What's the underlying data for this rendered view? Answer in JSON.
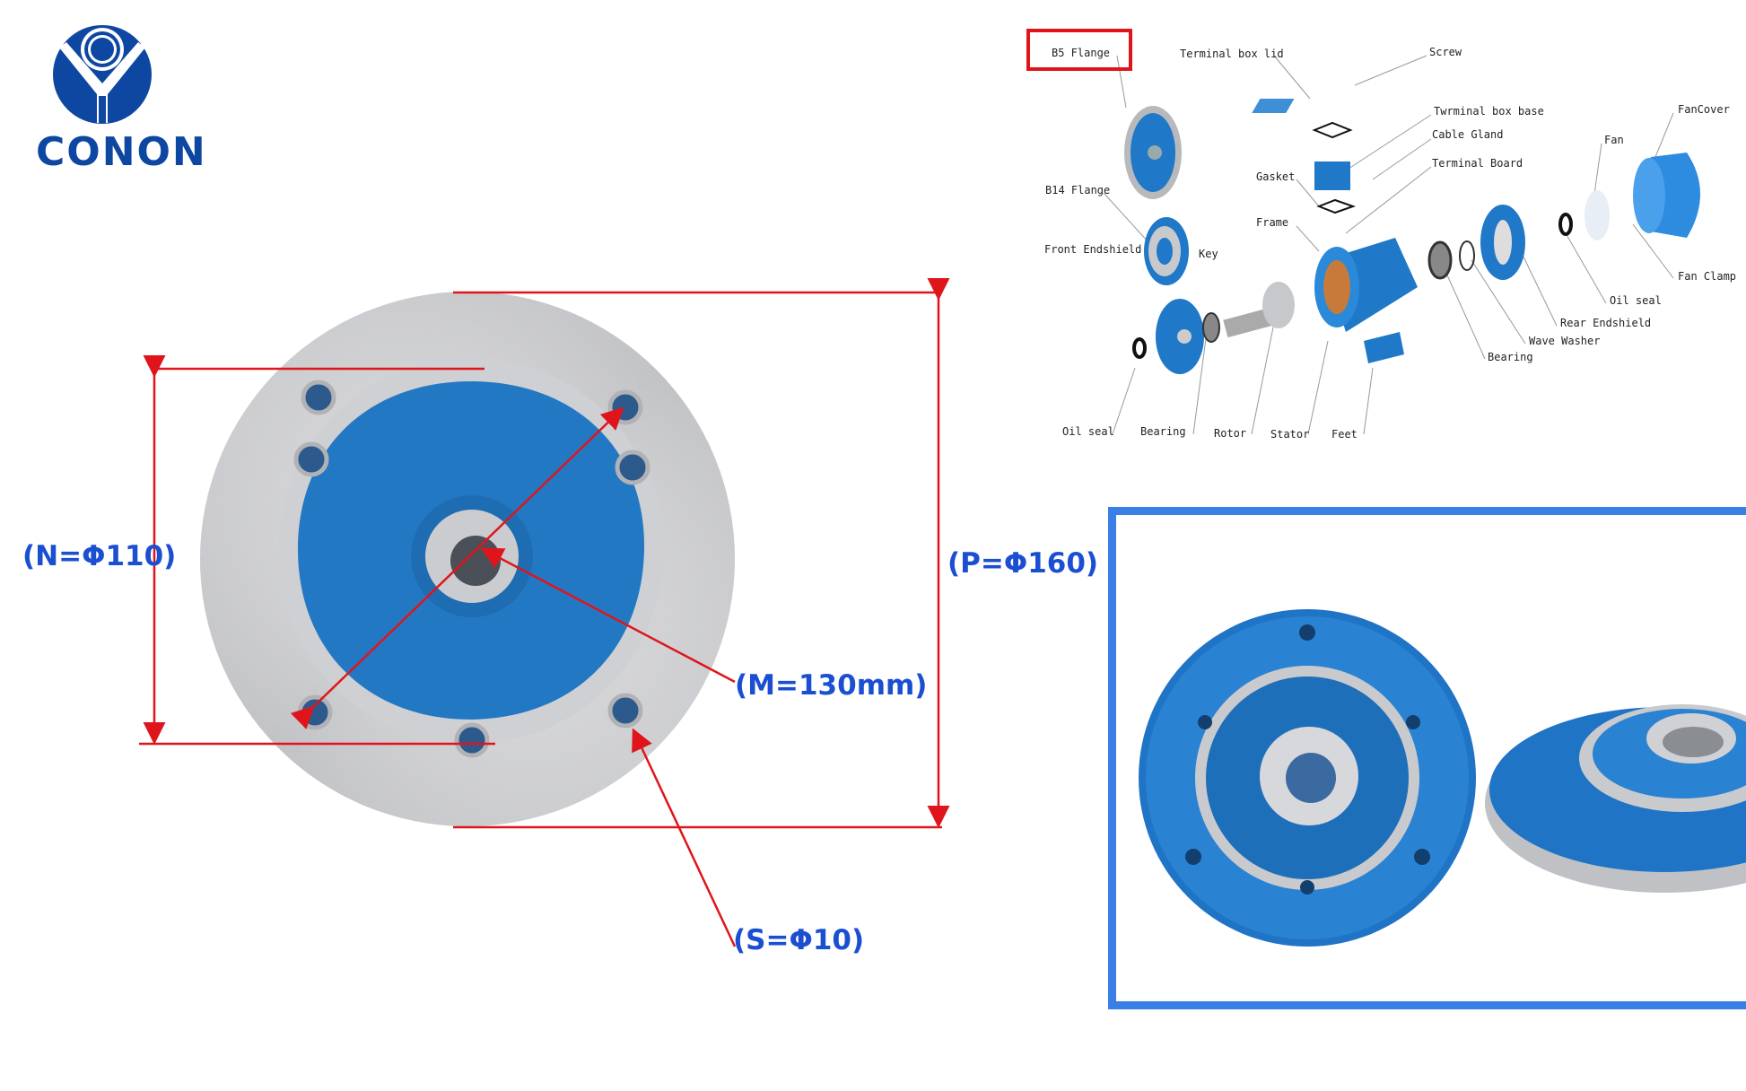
{
  "brand": {
    "name": "CONON",
    "color": "#0d47a1"
  },
  "dimensions": {
    "n_label": "(N=Φ110)",
    "p_label": "(P=Φ160)",
    "m_label": "(M=130mm)",
    "s_label": "(S=Φ10)",
    "label_color": "#1b4fd1",
    "line_color": "#e0151b"
  },
  "exploded_diagram": {
    "highlighted": "B5 Flange",
    "labels": {
      "b5_flange": "B5 Flange",
      "terminal_box_lid": "Terminal box lid",
      "screw": "Screw",
      "terminal_box_base": "Twrminal box base",
      "cable_gland": "Cable Gland",
      "terminal_board": "Terminal Board",
      "fan_cover": "FanCover",
      "fan": "Fan",
      "gasket": "Gasket",
      "b14_flange": "B14 Flange",
      "frame": "Frame",
      "front_endshield": "Front Endshield",
      "key": "Key",
      "fan_clamp": "Fan Clamp",
      "oil_seal_rear": "Oil seal",
      "rear_endshield": "Rear Endshield",
      "wave_washer": "Wave Washer",
      "bearing_rear": "Bearing",
      "oil_seal_front": "Oil seal",
      "bearing_front": "Bearing",
      "rotor": "Rotor",
      "stator": "Stator",
      "feet": "Feet"
    }
  },
  "colors": {
    "part_blue": "#1f78c8",
    "frame_blue": "#3a7fe6",
    "highlight_red": "#e0151b"
  }
}
